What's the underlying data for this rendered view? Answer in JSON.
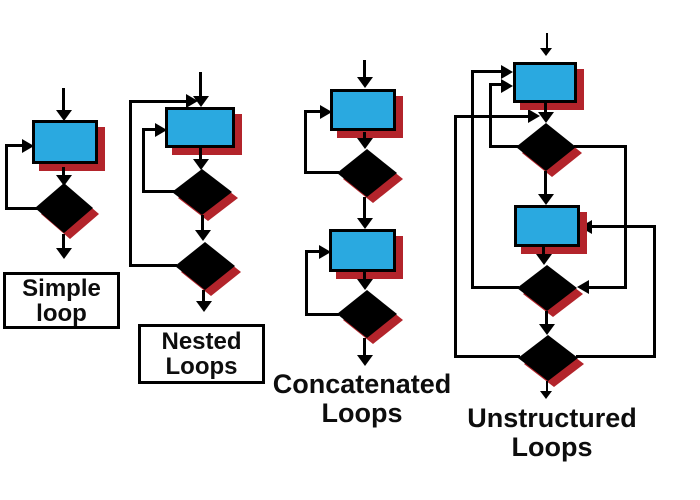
{
  "app": {
    "type": "flowchart-diagram",
    "background": "#ffffff"
  },
  "colors": {
    "process_box_fill": "#2aa9e0",
    "drop_shadow_red": "#b3242b",
    "connector_line": "#000000",
    "label_text": "#0d0d0d",
    "label_box_border": "#000000"
  },
  "groups": [
    {
      "id": "simple-loop",
      "label": {
        "line1": "Simple",
        "line2": "loop"
      },
      "boxed": true,
      "process_boxes": 1,
      "decision_diamonds": 1
    },
    {
      "id": "nested-loops",
      "label": {
        "line1": "Nested",
        "line2": "Loops"
      },
      "boxed": true,
      "process_boxes": 1,
      "decision_diamonds": 2
    },
    {
      "id": "concatenated-loops",
      "label": {
        "line1": "Concatenated",
        "line2": "Loops"
      },
      "boxed": false,
      "process_boxes": 2,
      "decision_diamonds": 2
    },
    {
      "id": "unstructured-loops",
      "label": {
        "line1": "Unstructured",
        "line2": "Loops"
      },
      "boxed": false,
      "process_boxes": 2,
      "decision_diamonds": 3
    }
  ]
}
